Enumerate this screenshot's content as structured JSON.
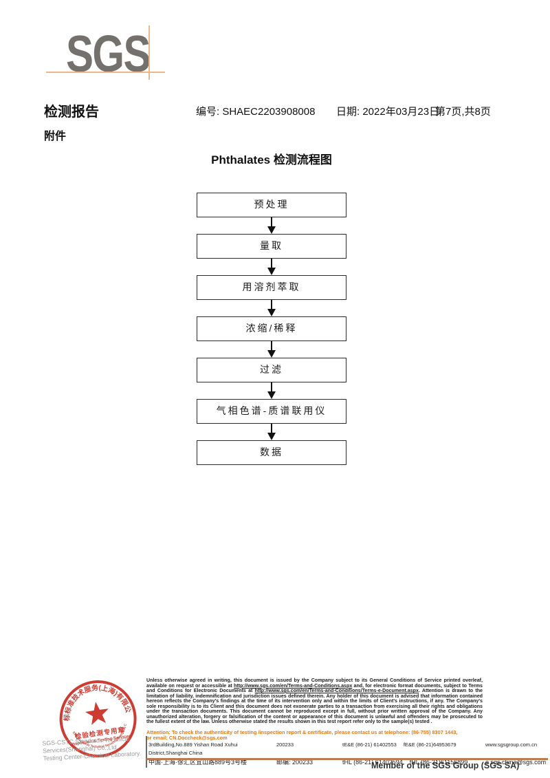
{
  "logo": {
    "text": "SGS"
  },
  "header": {
    "title": "检测报告",
    "report_no": "编号: SHAEC2203908008",
    "date": "日期: 2022年03月23日",
    "page": "第7页,共8页",
    "attachment": "附件"
  },
  "flowchart": {
    "title": "Phthalates 检测流程图",
    "steps": [
      "预处理",
      "量取",
      "用溶剂萃取",
      "浓缩/稀释",
      "过滤",
      "气相色谱-质谱联用仪",
      "数据"
    ]
  },
  "stamp": {
    "ring_text": "通标标准技术服务(上海)有限公司",
    "seal_title": "检验检测专用章",
    "seal_subtitle": "Inspection & Testing Services",
    "bottom_arc_text": "SGS-CSTC Standards Technical Services(Shanghai) Co.,Ltd.",
    "company_line1": "SGS-CSTC Standards Technical Services(Shanghai) Co.,Ltd.",
    "company_line2": "Testing Center-Chemical Laboratory."
  },
  "footer": {
    "disclaimer": {
      "p1": "Unless otherwise agreed in writing, this document is issued by the Company subject to its General Conditions of Service printed overleaf, available on request or accessible at ",
      "link1": "http://www.sgs.com/en/Terms-and-Conditions.aspx",
      "p2": " and, for electronic format documents, subject to Terms and Conditions for Electronic Documents at ",
      "link2": "http://www.sgs.com/en/Terms-and-Conditions/Terms-e-Document.aspx",
      "p3": ". Attention is drawn to the limitation of liability, indemnification and jurisdiction issues defined therein. Any holder of this document is advised that information contained hereon reflects the Company's findings at the time of its intervention only and within the limits of Client's instructions, if any. The Company's sole responsibility is to its Client and this document does not exonerate parties to a transaction from exercising all their rights and obligations under the transaction documents. This document cannot be reproduced except in full, without prior written approval of the Company. Any unauthorized alteration, forgery or falsification of the content or appearance of this document is unlawful and offenders may be prosecuted to the fullest extent of the law. Unless otherwise stated the results shown in this test report refer only to the sample(s) tested ."
    },
    "attention_line1": "Attention: To check the authenticity of testing /inspection report & certificate, please contact us at telephone: (86-755) 8307 1443,",
    "attention_line2": "or email: CN.Doccheck@sgs.com",
    "address_en": "3rdBuilding,No.889 Yishan Road Xuhui District,Shanghai China",
    "postcode_en": "200233",
    "tel_en": "tE&E (86-21) 61402553",
    "fax_en": "fE&E (86-21)64953679",
    "web": "www.sgsgroup.com.cn",
    "address_cn": "中国·上海·徐汇区宜山路889号3号楼",
    "postcode_cn": "邮编: 200233",
    "tel_cn": "tHL (86-21) 61402594",
    "fax_cn": "fHL (86-21)61156899",
    "email": "e sgs.china@sgs.com",
    "member": "Member of the SGS Group (SGS SA)"
  },
  "colors": {
    "stamp_red": "#c8271d",
    "attention_orange": "#e87818",
    "footer_rule_brown": "#bd7a50",
    "logo_crosshair_tan": "#e9b888",
    "logo_gray": "#74716d"
  }
}
